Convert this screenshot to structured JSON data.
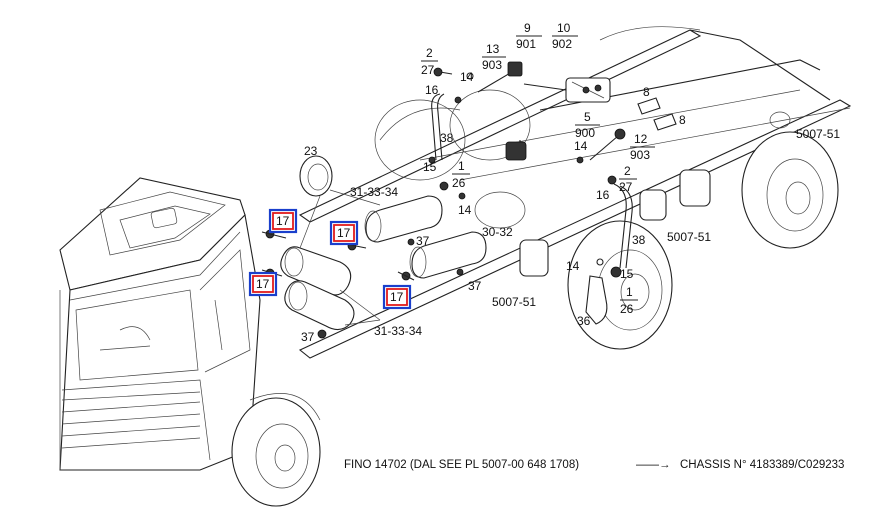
{
  "labels": {
    "p23": "23",
    "p31_33_34_top": "31-33-34",
    "p31_33_34_bottom": "31-33-34",
    "p30_32": "30-32",
    "p37a": "37",
    "p37b": "37",
    "p37c": "37",
    "p38a": "38",
    "p38b": "38",
    "p36": "36",
    "p14a": "14",
    "p14b": "14",
    "p14c": "14",
    "p14d": "14",
    "p15a": "15",
    "p15b": "15",
    "p16a": "16",
    "p16b": "16",
    "p8a": "8",
    "p8b": "8",
    "p5007_51_right": "5007-51",
    "p5007_51_mid": "5007-51",
    "p5007_51_low": "5007-51",
    "f2_27_top": {
      "num": "2",
      "den": "27"
    },
    "f2_27_right": {
      "num": "2",
      "den": "27"
    },
    "f13_903": {
      "num": "13",
      "den": "903"
    },
    "f9_901": {
      "num": "9",
      "den": "901"
    },
    "f10_902": {
      "num": "10",
      "den": "902"
    },
    "f5_900": {
      "num": "5",
      "den": "900"
    },
    "f12_903": {
      "num": "12",
      "den": "903"
    },
    "f1_26_top": {
      "num": "1",
      "den": "26"
    },
    "f1_26_right": {
      "num": "1",
      "den": "26"
    }
  },
  "highlighted": [
    "17",
    "17",
    "17",
    "17"
  ],
  "footer": {
    "fino": "FINO 14702 (DAL SEE PL 5007-00 648 1708)",
    "arrow": "——→",
    "chassis": "CHASSIS N° 4183389/C029233"
  },
  "colors": {
    "highlight_outer": "#1a3fcc",
    "highlight_inner": "#e21b1b",
    "line": "#222222"
  }
}
